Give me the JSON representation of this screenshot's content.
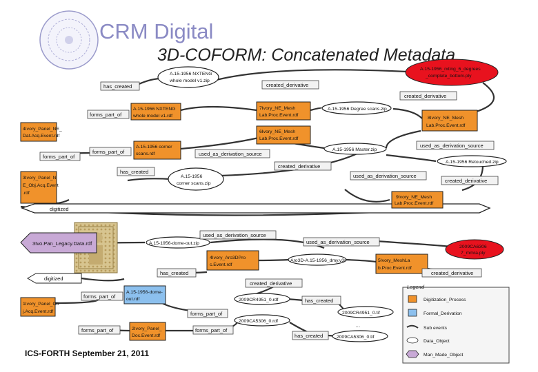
{
  "title": "CRM Digital",
  "subtitle": "3D-COFORM: Concatenated Metadata",
  "footer": "ICS-FORTH September 21, 2011",
  "nodes": {
    "nxteng_zip": [
      "A.15-1956 NXTENG",
      "whole model v1.zip"
    ],
    "red_top": [
      "A.15-1956_rxting_6_degrees",
      "_complete_bottom.ply"
    ],
    "nxteng_rdf": [
      "A.15-1956 NXTENG",
      "whole model v1.rdf"
    ],
    "mesh7": [
      "7Ivory_NE_Mesh",
      "Lab.Proc.Event.rdf"
    ],
    "degree_scans": [
      "A.15-1956 Degree scans.zip"
    ],
    "mesh8": [
      "8Ivory_NE_Mesh",
      "Lab.Proc.Event.rdf"
    ],
    "dig4": [
      "4Ivory_Panel_NE_",
      "Dat.Acq.Event.rdf"
    ],
    "mesh6": [
      "6Ivory_NE_Mesh",
      "Lab.Proc.Event.rdf"
    ],
    "corner_rdf": [
      "A.15-1956 corner",
      "scans.rdf"
    ],
    "master_zip": [
      "A.15-1956 Master.zip"
    ],
    "retouched": [
      "A.15-1956 Retouched.zip"
    ],
    "obj3": [
      "3Ivory_Panel_N",
      "E_Obj.Acq.Event",
      ".rdf"
    ],
    "corner_zip": [
      "A.15-1956",
      "corner scans.zip"
    ],
    "mesh9": [
      "9Ivory_NE_Mesh",
      "Lab.Proc.Event.rdf"
    ],
    "legacy": [
      "3Ivo.Pan_Legacy.Data.rdf"
    ],
    "domeout_zip": [
      "A.15-1956-dome-out.zip"
    ],
    "red_mid": [
      "2009CA6306",
      "7_mmra.ply"
    ],
    "aro3d": [
      "4Ivory_Aro3DPro",
      "c.Event.rdf"
    ],
    "aro3d_oval": [
      "Aro3D-A.15-1956_dmy.v3r"
    ],
    "meshlab": [
      "5Ivory_MeshLa",
      "b.Proc.Event.rdf"
    ],
    "domeout_rdf": [
      "A.15-1956-dome-",
      "out.rdf"
    ],
    "obj1": [
      "1Ivory_Panel_Ob",
      "j.Acq.Event.rdf"
    ],
    "c4951_rdf": [
      "2009CR4951_0.rdf"
    ],
    "c5306_rdf": [
      "2009CA5306_0.rdf"
    ],
    "c4951_tif": [
      "2009CR4951_0.tif"
    ],
    "c5306_tif": [
      "2009CA5306_0.tif"
    ],
    "dig2": [
      "2Ivory_Panel_",
      "Doc.Event.rdf"
    ]
  },
  "edges": {
    "has_created": "has_created",
    "created_derivative": "created_derivative",
    "forms_part_of": "forms_part_of",
    "used_as_derivation_source": "used_as_derivation_source",
    "digitized": "digitized",
    "ellipsis": "…"
  },
  "legend": {
    "title": "Legend",
    "items": [
      "Digitization_Process",
      "Formal_Derivation",
      "Sub events",
      "Data_Object",
      "Man_Made_Object"
    ]
  },
  "colors": {
    "process": "#f0922b",
    "derivation": "#8cc0ee",
    "data_object": "#ffffff",
    "red_object": "#e8121e",
    "label_box": "#f2f2f2",
    "title": "#8a8ac4"
  }
}
